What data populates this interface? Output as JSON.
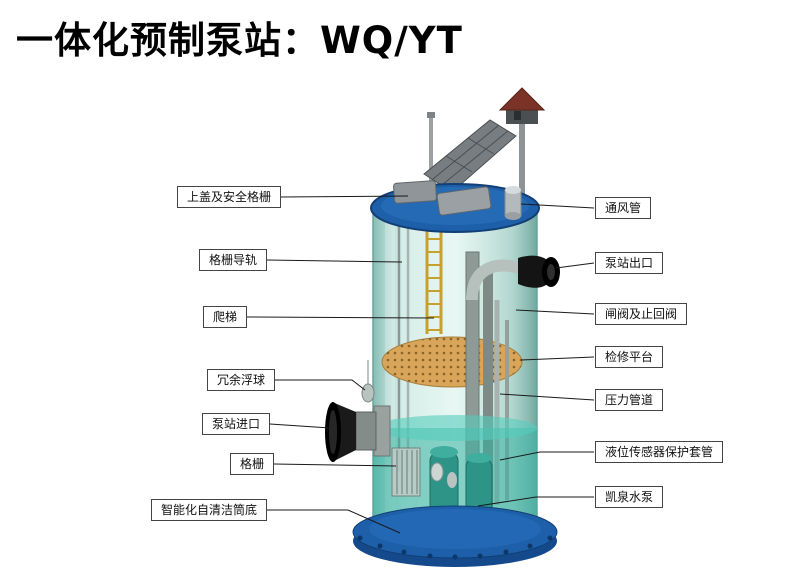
{
  "title": "一体化预制泵站：WQ/YT",
  "diagram": {
    "left_labels": [
      "上盖及安全格栅",
      "格栅导轨",
      "爬梯",
      "冗余浮球",
      "泵站进口",
      "格栅",
      "智能化自清洁筒底"
    ],
    "right_labels": [
      "通风管",
      "泵站出口",
      "闸阀及止回阀",
      "检修平台",
      "压力管道",
      "液位传感器保护套管",
      "凯泉水泵"
    ],
    "colors": {
      "lid_blue": "#1d5fa8",
      "flange_blue": "#144a8c",
      "tank_teal": "#a9d9cf",
      "water_teal": "#35b3a3",
      "platform_tan": "#d8a55a",
      "roof_red": "#7a3326",
      "pump_green": "#2f9488",
      "line_black": "#1a1a1a"
    }
  }
}
